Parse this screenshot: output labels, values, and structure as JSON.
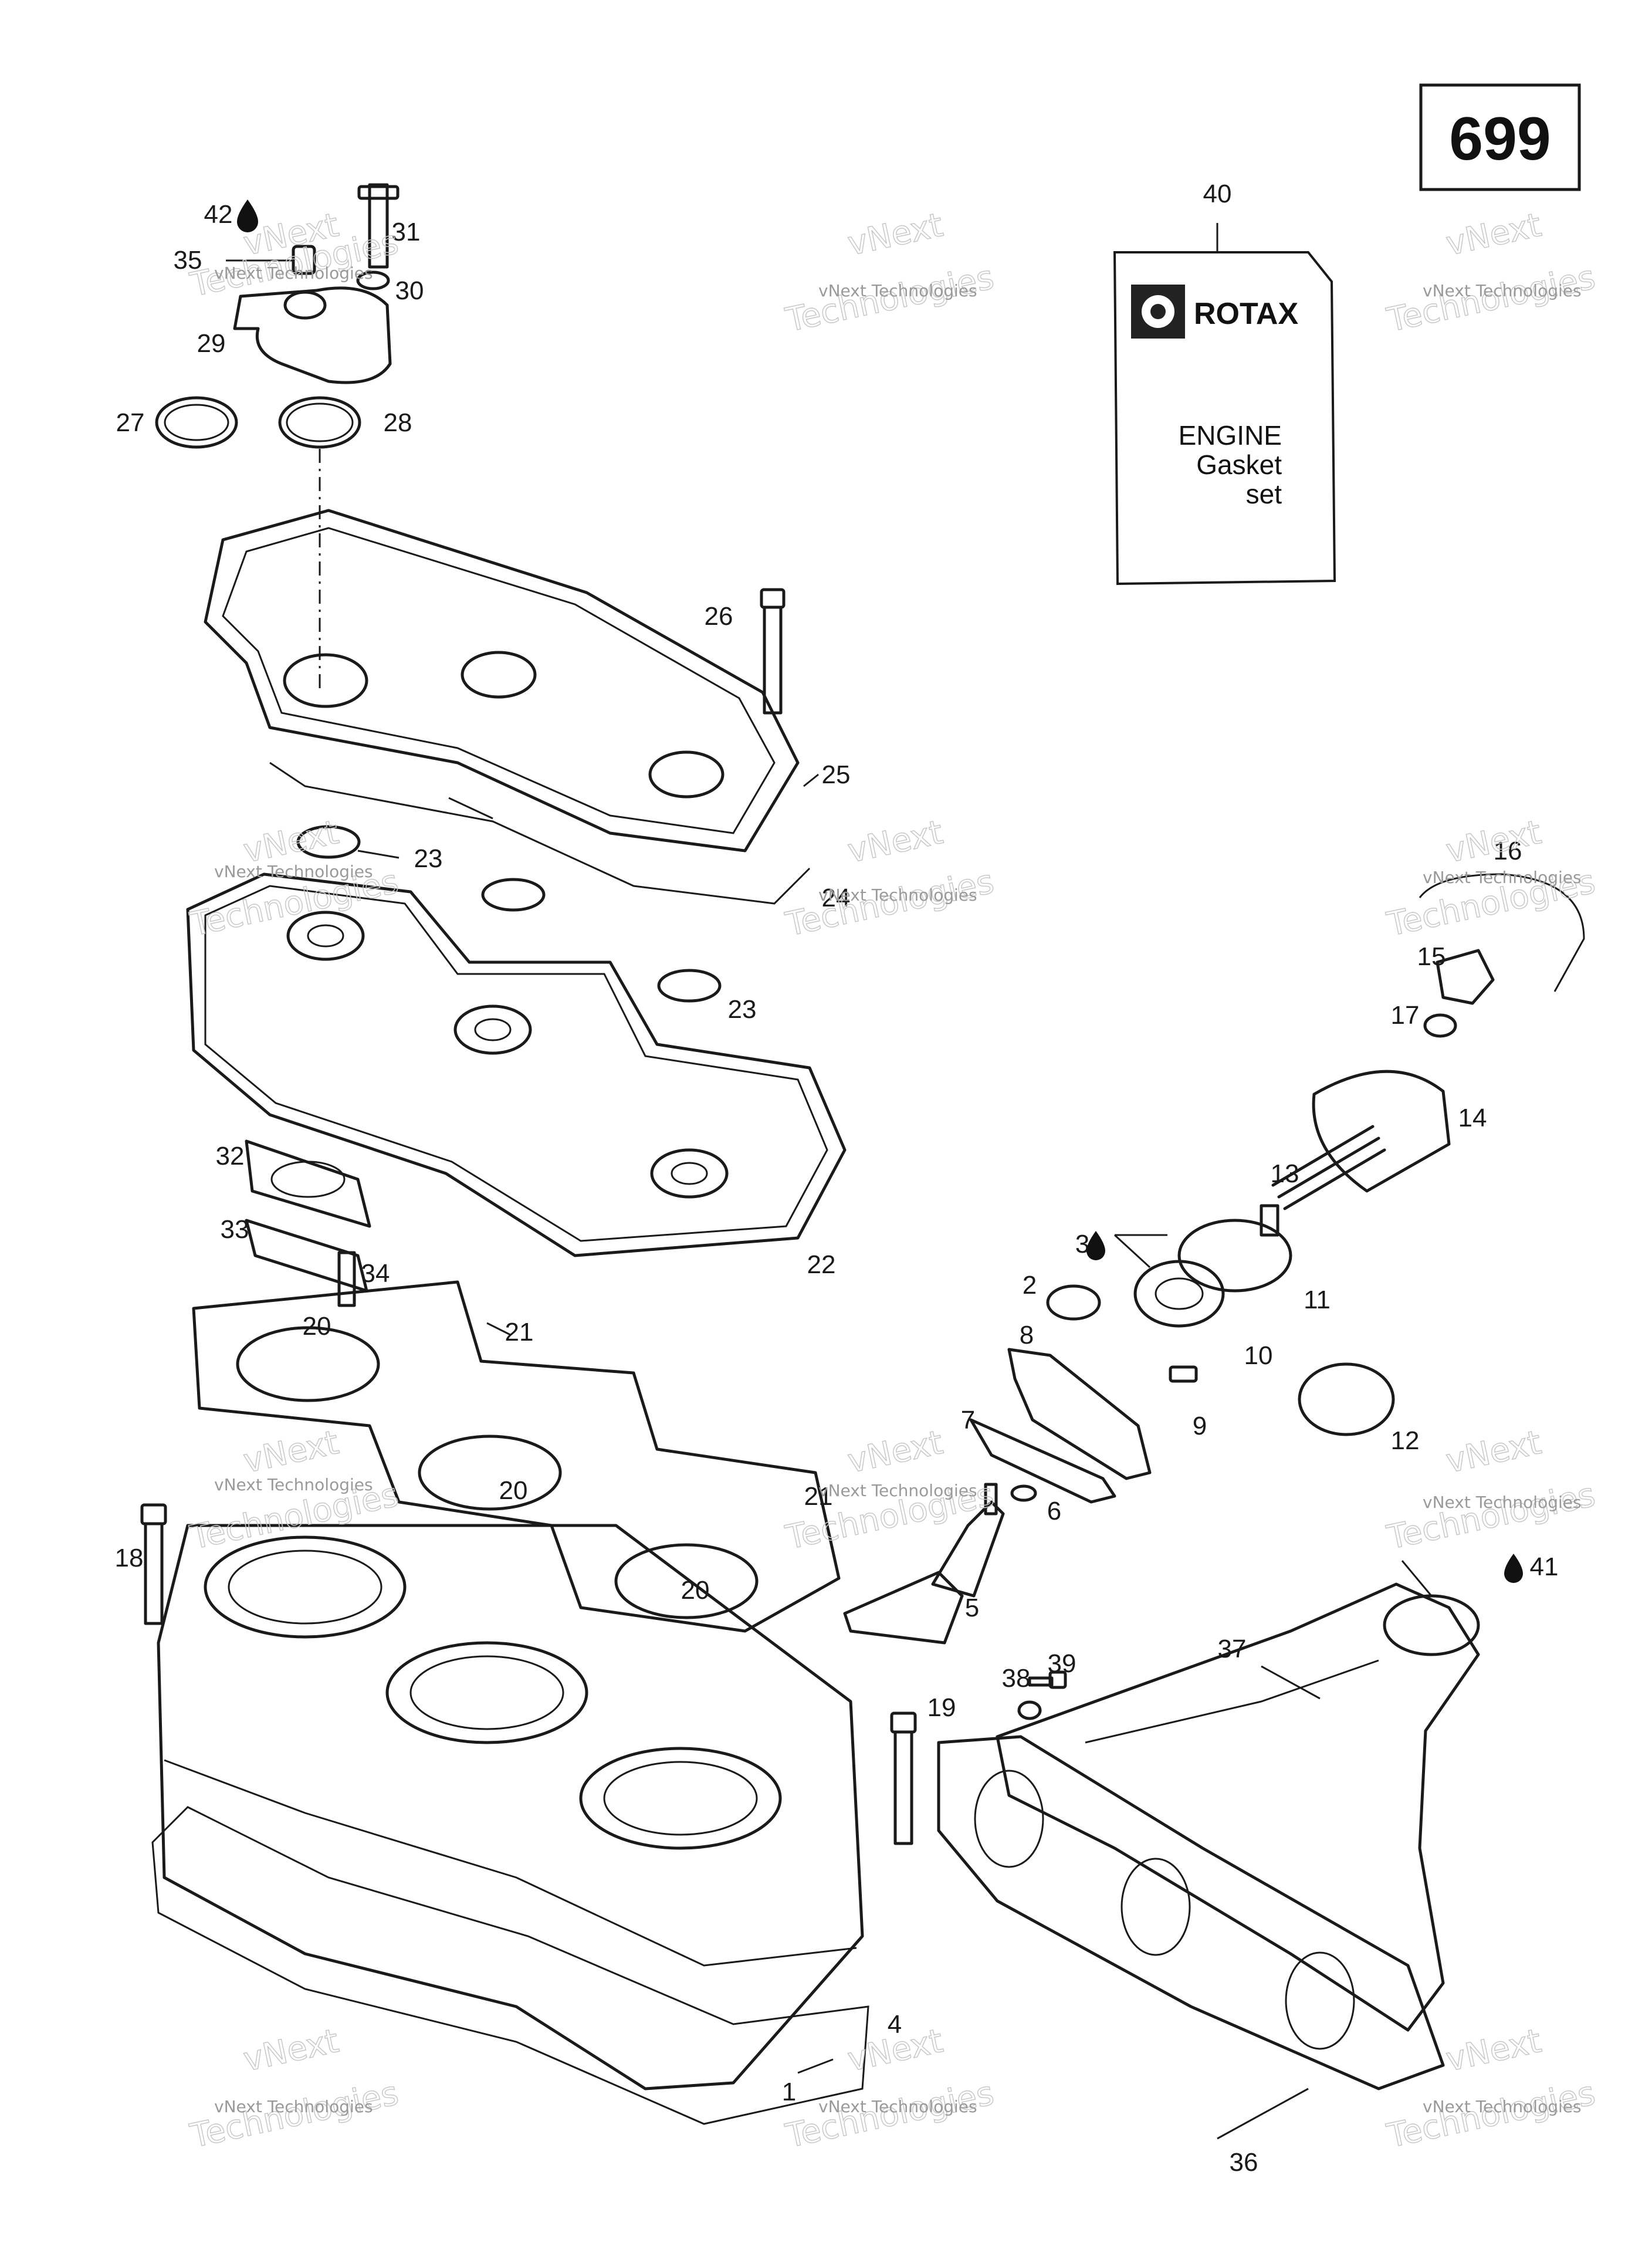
{
  "page_number": "699",
  "manual": {
    "brand": "ROTAX",
    "lines": [
      "ENGINE",
      "Gasket",
      "set"
    ]
  },
  "watermark": {
    "small": "vNext Technologies",
    "large_1": "vNext",
    "large_2": "Technologies"
  },
  "callouts": [
    "1",
    "2",
    "3",
    "4",
    "5",
    "6",
    "7",
    "8",
    "9",
    "10",
    "11",
    "12",
    "13",
    "14",
    "15",
    "16",
    "17",
    "18",
    "19",
    "20",
    "21",
    "22",
    "23",
    "24",
    "25",
    "26",
    "27",
    "28",
    "29",
    "30",
    "31",
    "32",
    "33",
    "34",
    "35",
    "36",
    "37",
    "38",
    "39",
    "40",
    "41",
    "42"
  ]
}
